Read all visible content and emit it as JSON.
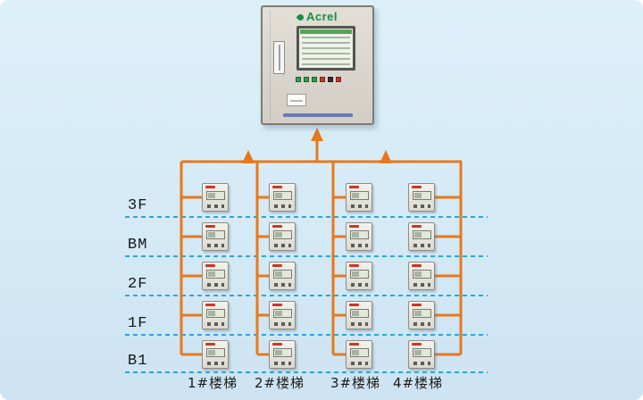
{
  "panel": {
    "brand": "Acrel"
  },
  "floors": [
    "3F",
    "BM",
    "2F",
    "1F",
    "B1"
  ],
  "staircases": [
    "1#楼梯",
    "2#楼梯",
    "3#楼梯",
    "4#楼梯"
  ],
  "grid": {
    "rows": 5,
    "columns": 4
  },
  "colors": {
    "bus_orange": "#E8781B",
    "floor_line_blue": "#2AA7DE",
    "brand_green": "#13913C",
    "device_mark_red": "#CF3426",
    "background_blue": "#D5EAF6"
  }
}
